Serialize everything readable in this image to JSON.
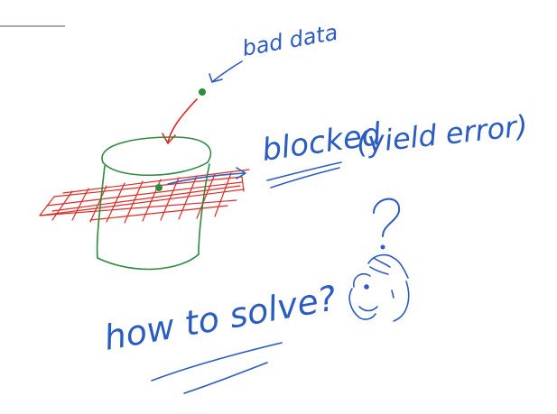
{
  "labels": {
    "bad_data": "bad data",
    "blocked": "blocked",
    "yield_error": "(yield error)",
    "question": "how to solve?"
  },
  "icons": {
    "thinking_face": "thinking-face-sketch",
    "question_mark": "question-mark"
  },
  "colors": {
    "ink_blue": "#2b5cc0",
    "ink_red": "#e02a24",
    "ink_green": "#2e8a3e",
    "ink_gray": "#555555"
  }
}
